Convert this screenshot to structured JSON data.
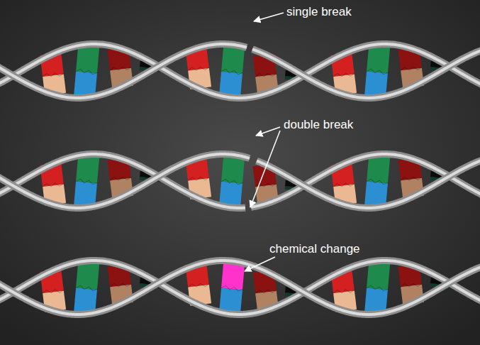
{
  "diagram": {
    "labels": [
      "single break",
      "double break",
      "chemical change"
    ]
  }
}
